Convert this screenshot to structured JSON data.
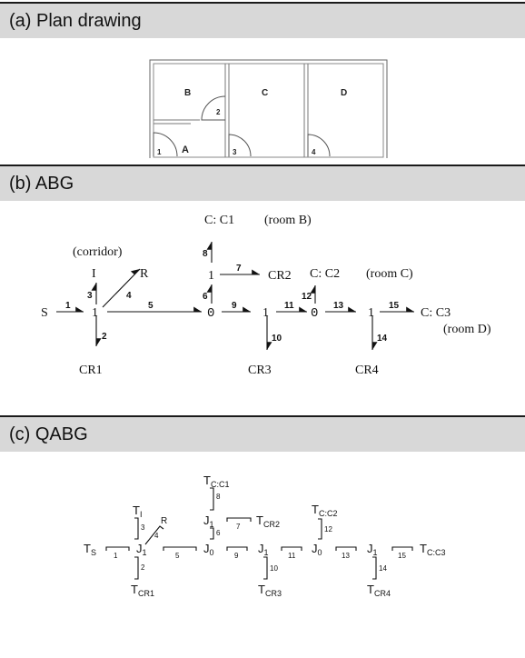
{
  "panels": {
    "a": {
      "title": "(a) Plan drawing"
    },
    "b": {
      "title": "(b) ABG"
    },
    "c": {
      "title": "(c) QABG"
    }
  },
  "plan": {
    "rooms": {
      "a": "A",
      "b": "B",
      "c": "C",
      "d": "D"
    },
    "doors": {
      "d1": "1",
      "d2": "2",
      "d3": "3",
      "d4": "4"
    }
  },
  "abg": {
    "nodes": {
      "s": "S",
      "j1_left": "1",
      "i": "I",
      "r": "R",
      "corridor": "(corridor)",
      "cr1": "CR1",
      "j0_a": "0",
      "j1_top": "1",
      "c1": "C: C1",
      "c1_room": "(room B)",
      "cr2": "CR2",
      "j1_mid": "1",
      "cr3": "CR3",
      "j0_b": "0",
      "c2": "C: C2",
      "c2_room": "(room C)",
      "j1_right": "1",
      "cr4": "CR4",
      "c3": "C: C3",
      "c3_room": "(room D)"
    },
    "bonds": [
      "1",
      "2",
      "3",
      "4",
      "5",
      "6",
      "7",
      "8",
      "9",
      "10",
      "11",
      "12",
      "13",
      "14",
      "15"
    ]
  },
  "qabg": {
    "nodes": {
      "ts": "T",
      "ts_sub": "S",
      "j1a": "J",
      "j1a_sub": "1",
      "ti": "T",
      "ti_sub": "I",
      "r": "R",
      "tcr1": "T",
      "tcr1_sub": "CR1",
      "j0a": "J",
      "j0a_sub": "0",
      "j1b": "J",
      "j1b_sub": "1",
      "tcc1": "T",
      "tcc1_sub": "C:C1",
      "tcr2": "T",
      "tcr2_sub": "CR2",
      "j1c": "J",
      "j1c_sub": "1",
      "tcr3": "T",
      "tcr3_sub": "CR3",
      "j0b": "J",
      "j0b_sub": "0",
      "tcc2": "T",
      "tcc2_sub": "C:C2",
      "j1d": "J",
      "j1d_sub": "1",
      "tcr4": "T",
      "tcr4_sub": "CR4",
      "tcc3": "T",
      "tcc3_sub": "C:C3"
    },
    "bonds": [
      "1",
      "2",
      "3",
      "4",
      "5",
      "6",
      "7",
      "8",
      "9",
      "10",
      "11",
      "12",
      "13",
      "14",
      "15"
    ]
  }
}
